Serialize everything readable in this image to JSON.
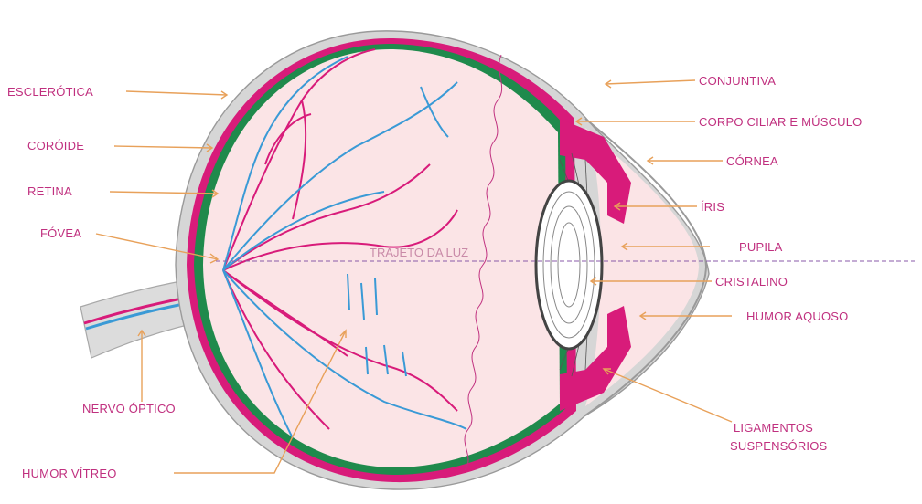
{
  "labels": {
    "esclerotica": "ESCLERÓTICA",
    "coroide": "CORÓIDE",
    "retina": "RETINA",
    "fovea": "FÓVEA",
    "nervo_optico": "NERVO ÓPTICO",
    "humor_vitreo": "HUMOR VÍTREO",
    "trajeto_da_luz": "TRAJETO DA LUZ",
    "conjuntiva": "CONJUNTIVA",
    "corpo_ciliar": "CORPO CILIAR E MÚSCULO",
    "cornea": "CÓRNEA",
    "iris": "ÍRIS",
    "pupila": "PUPILA",
    "cristalino": "CRISTALINO",
    "humor_aquoso": "HUMOR AQUOSO",
    "ligamentos_1": "LIGAMENTOS",
    "ligamentos_2": "SUSPENSÓRIOS"
  },
  "colors": {
    "label_text": "#c0307f",
    "arrow": "#e8a15a",
    "sclera": "#d6d6d6",
    "choroid": "#d81b7a",
    "retina": "#1f8a4c",
    "vitreous": "#fbe4e6",
    "vein": "#3a9ad6",
    "artery": "#d81b7a"
  }
}
